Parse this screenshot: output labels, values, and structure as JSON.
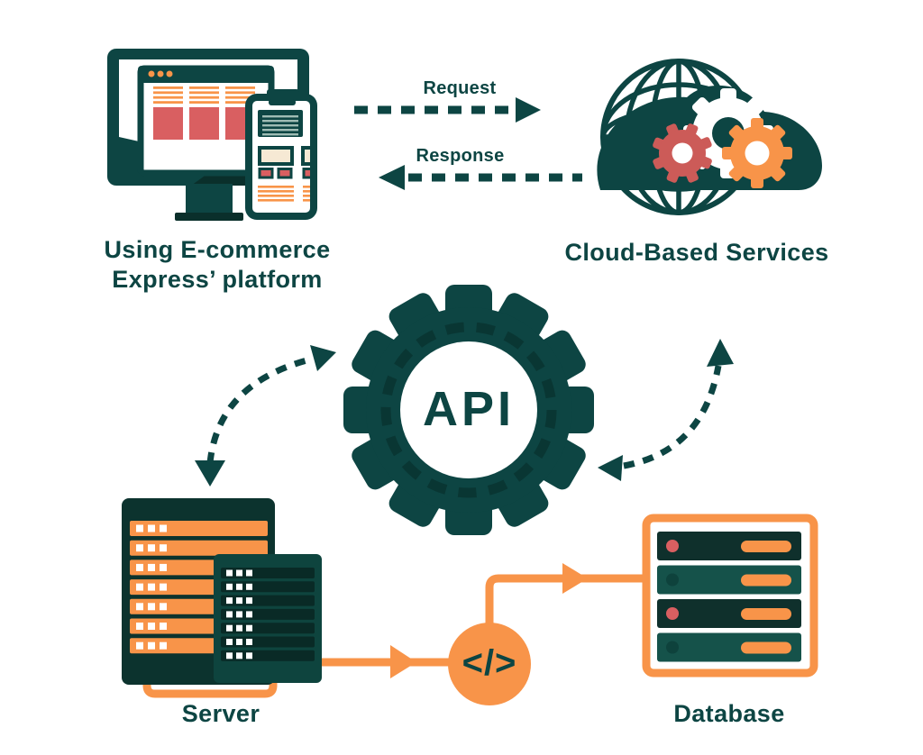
{
  "diagram": {
    "client": {
      "label_line1": "Using E-commerce",
      "label_line2": "Express’ platform"
    },
    "cloud": {
      "label": "Cloud-Based Services"
    },
    "flows": {
      "request": "Request",
      "response": "Response"
    },
    "api_hub": {
      "label": "API"
    },
    "server": {
      "label": "Server"
    },
    "database": {
      "label": "Database"
    },
    "code_node": {
      "label": "</>"
    }
  },
  "icons": {
    "monitor": "desktop-monitor-with-browser",
    "smartphone": "smartphone-storefront",
    "globe": "wireframe-globe",
    "cloud": "cloud-silhouette",
    "gears": "three-process-gears",
    "api_gear": "large-gear-with-dashed-ring",
    "code_node": "code-brackets-circle",
    "server": "server-rack-towers",
    "database": "database-rack"
  },
  "colors": {
    "background": "#ffffff",
    "teal": "#0d4543",
    "teal_deep": "#0a2f2b",
    "teal_dash": "#093633",
    "server_back": "#0c332e",
    "server_front": "#0e443e",
    "slot_dark": "#092a26",
    "db_bar_dark": "#0f302c",
    "db_bar_light": "#15524a",
    "db_dot_dark": "#0e423c",
    "orange": "#f89449",
    "red": "#d95f61",
    "gear_red": "#cc5b58",
    "cream": "#f6e9d4",
    "sage": "#9fbcb4",
    "white": "#ffffff"
  }
}
